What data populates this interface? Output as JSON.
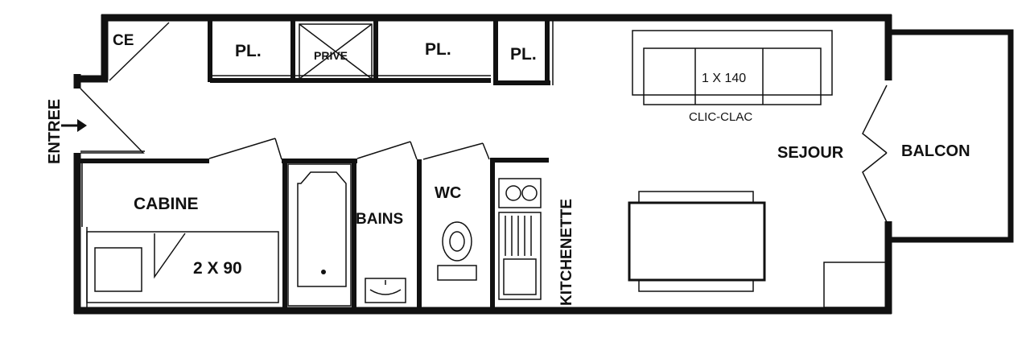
{
  "plan": {
    "rooms": {
      "ce": "CE",
      "entree": "ENTREE",
      "placard_1": "PL.",
      "prive": "PRIVE",
      "placard_2": "PL.",
      "placard_3": "PL.",
      "cabine": "CABINE",
      "bed_cabine": "2 X 90",
      "bains": "BAINS",
      "wc": "WC",
      "kitchenette": "KITCHENETTE",
      "sofa_bed": "1 X 140",
      "sofa_type": "CLIC-CLAC",
      "sejour": "SEJOUR",
      "balcon": "BALCON"
    },
    "icons": [
      "entry-arrow-icon",
      "toilet-icon",
      "bathtub-icon",
      "sink-icon",
      "hob-icon",
      "door-swing-icon"
    ]
  }
}
